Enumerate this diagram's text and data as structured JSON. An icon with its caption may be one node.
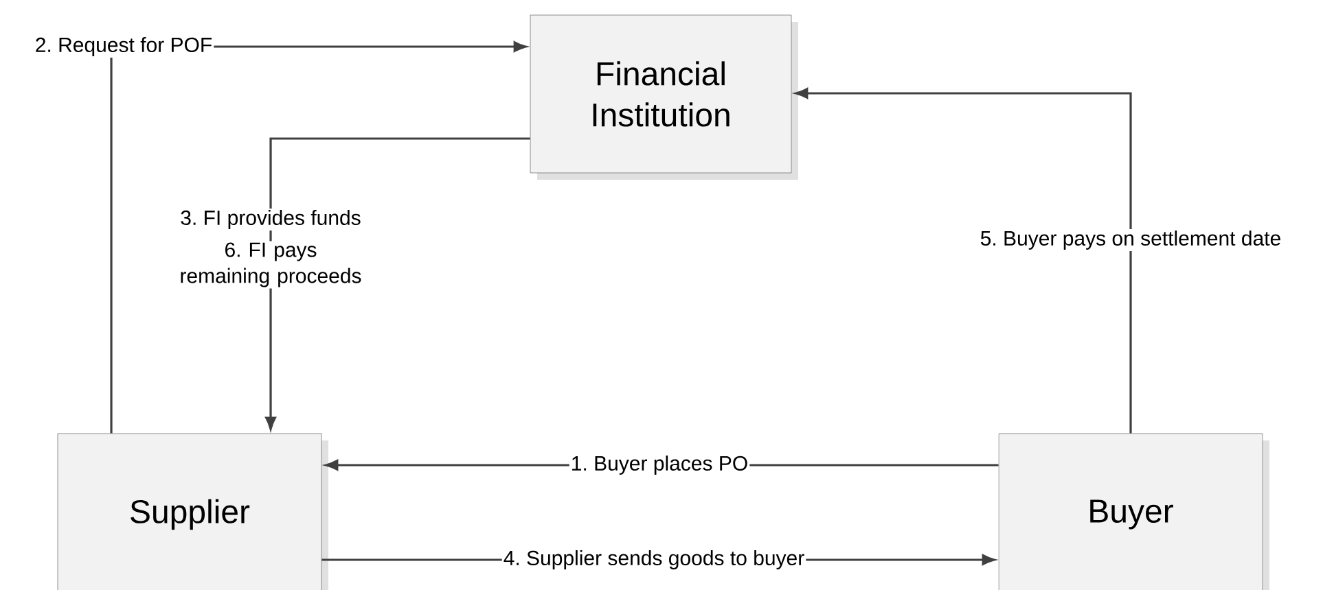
{
  "diagram": {
    "nodes": [
      {
        "text": [
          "Financial Institution"
        ]
      },
      {
        "text": [
          "Supplier"
        ]
      },
      {
        "text": [
          "Buyer"
        ]
      }
    ],
    "edges": [
      {
        "from": 1,
        "to": 0,
        "arrow": "to",
        "label": "2. Request for POF"
      },
      {
        "from": 0,
        "to": 1,
        "arrow": "to",
        "label": "3. FI provides funds"
      },
      {
        "from": 2,
        "to": 0,
        "arrow": "to",
        "label": "5. Buyer pays on settlement date"
      },
      {
        "from": 2,
        "to": 1,
        "arrow": "to",
        "label": "1. Buyer places PO"
      },
      {
        "from": 1,
        "to": 2,
        "arrow": "to",
        "label": "4. Supplier sends goods to buyer"
      }
    ],
    "labels": [
      "6. FI pays remaining proceeds"
    ]
  }
}
